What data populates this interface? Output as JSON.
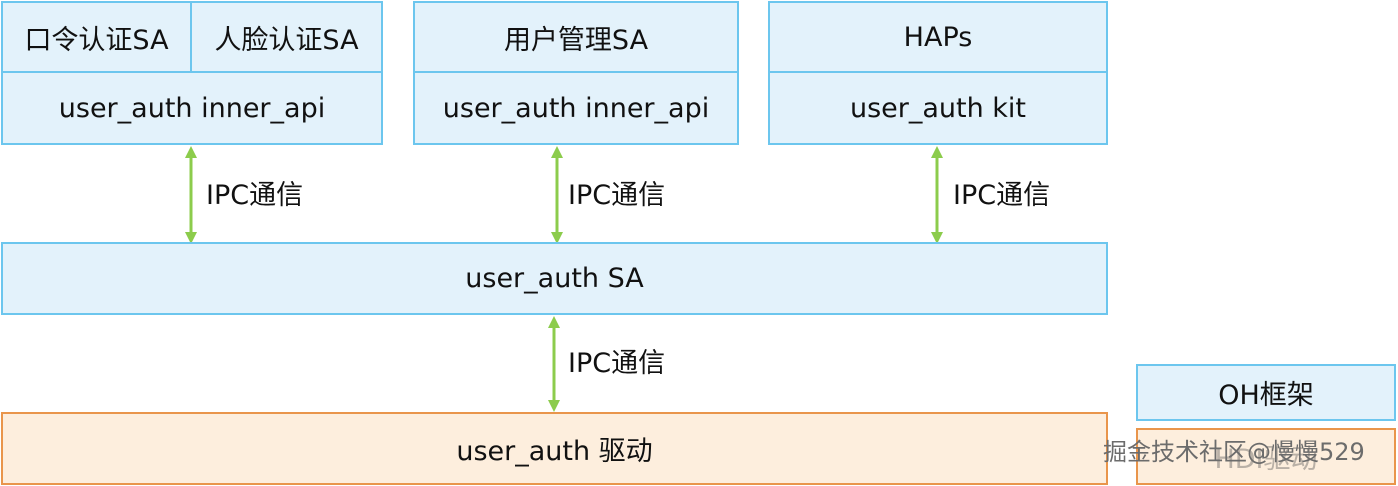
{
  "top_groups": {
    "group1": {
      "sub_a": "口令认证SA",
      "sub_b": "人脸认证SA",
      "api": "user_auth inner_api"
    },
    "group2": {
      "title": "用户管理SA",
      "api": "user_auth inner_api"
    },
    "group3": {
      "title": "HAPs",
      "api": "user_auth kit"
    }
  },
  "connectors": {
    "ipc_label_1": "IPC通信",
    "ipc_label_2": "IPC通信",
    "ipc_label_3": "IPC通信",
    "ipc_label_4": "IPC通信"
  },
  "sa_layer": {
    "label": "user_auth SA"
  },
  "driver_layer": {
    "label": "user_auth 驱动"
  },
  "legend": {
    "framework_label": "OH框架",
    "driver_label": "HDI驱动"
  },
  "watermark": "掘金技术社区@慢慢529",
  "colors": {
    "framework_fill": "#e3f2fb",
    "framework_border": "#6cc6ee",
    "driver_fill": "#fdeedd",
    "driver_border": "#e9954b",
    "arrow": "#8ccc4c"
  }
}
